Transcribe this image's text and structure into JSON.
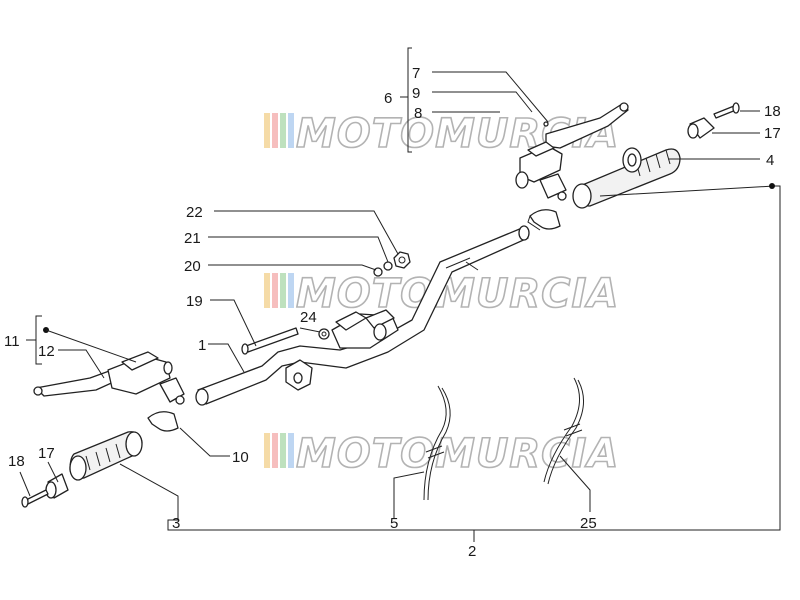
{
  "watermark": {
    "text": "MOTOMURCIA",
    "stripe_colors": [
      "#f2d08a",
      "#f4a9a9",
      "#a9d7a9",
      "#a9c9ee"
    ]
  },
  "callouts": [
    {
      "id": "lbl-1",
      "text": "1"
    },
    {
      "id": "lbl-2",
      "text": "2"
    },
    {
      "id": "lbl-3",
      "text": "3"
    },
    {
      "id": "lbl-4",
      "text": "4"
    },
    {
      "id": "lbl-5",
      "text": "5"
    },
    {
      "id": "lbl-6",
      "text": "6"
    },
    {
      "id": "lbl-7",
      "text": "7"
    },
    {
      "id": "lbl-8",
      "text": "8"
    },
    {
      "id": "lbl-9",
      "text": "9"
    },
    {
      "id": "lbl-10",
      "text": "10"
    },
    {
      "id": "lbl-11",
      "text": "11"
    },
    {
      "id": "lbl-12",
      "text": "12"
    },
    {
      "id": "lbl-17a",
      "text": "17"
    },
    {
      "id": "lbl-17b",
      "text": "17"
    },
    {
      "id": "lbl-18a",
      "text": "18"
    },
    {
      "id": "lbl-18b",
      "text": "18"
    },
    {
      "id": "lbl-19",
      "text": "19"
    },
    {
      "id": "lbl-20",
      "text": "20"
    },
    {
      "id": "lbl-21",
      "text": "21"
    },
    {
      "id": "lbl-22",
      "text": "22"
    },
    {
      "id": "lbl-24",
      "text": "24"
    },
    {
      "id": "lbl-25",
      "text": "25"
    }
  ]
}
